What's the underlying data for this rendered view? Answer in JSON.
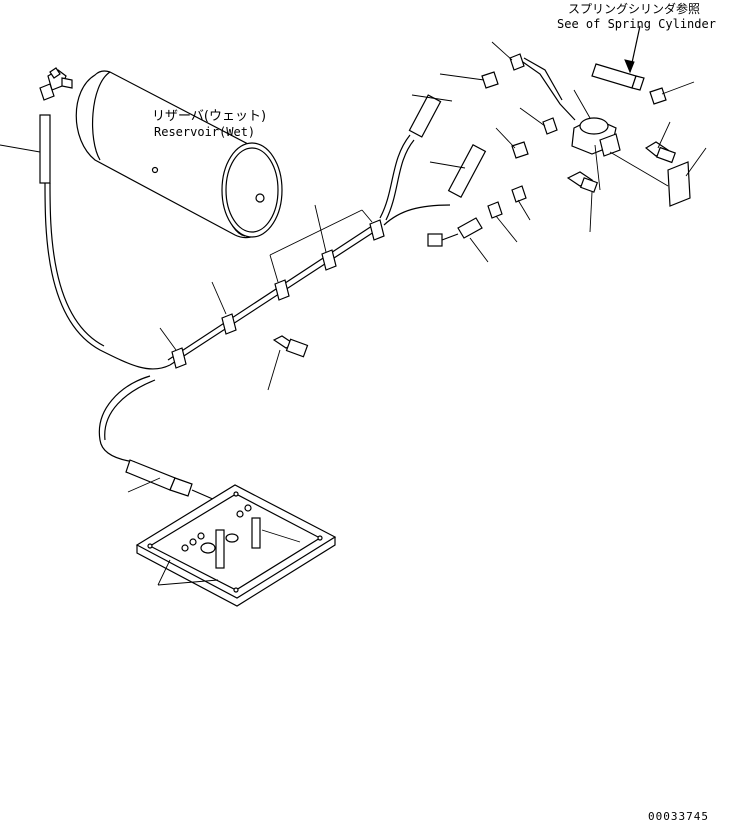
{
  "labels": {
    "reservoir_jp": "リザーバ(ウェット)",
    "reservoir_en": "Reservoir(Wet)",
    "spring_cylinder_jp": "スプリングシリンダ参照",
    "spring_cylinder_en": "See of Spring Cylinder",
    "drawing_number": "00033745"
  }
}
